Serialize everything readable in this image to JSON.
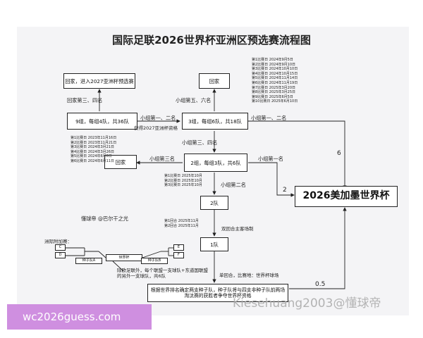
{
  "title": "国际足联2026世界杯亚洲区预选赛流程图",
  "boxes": {
    "round1": "9组，每组4队，共36队",
    "home1": "回家，进入2027亚洲杯预选赛",
    "round2": "3组，每组6队，共18队",
    "home2": "回家",
    "round3": "2组，每组3队，共6队",
    "home3": "回家",
    "round4": "2队",
    "round5": "1队",
    "final": "2026美加墨世界杯",
    "bottom": "根据世界排名确定两支种子队，种子队将与四支非种子队前两场淘汰赛的获胜者争夺世界杯资格"
  },
  "labels": {
    "r1_to_home": "回家第三、四名",
    "r1_to_r2": "小组第一、二名",
    "r1_to_r2_sub": "获得2027亚洲杯资格",
    "r2_to_home": "小组第五、六名",
    "r2_to_r3": "小组第三、四名",
    "r2_to_final": "小组第一、二名",
    "r3_to_home": "小组第三名",
    "r3_to_final": "小组第一名",
    "r3_to_r4": "小组第二名",
    "r4_to_r5": "双回合主客场制",
    "r5_to_bottom": "单回合，比赛地：世界杯球场",
    "num6": "6",
    "num2": "2",
    "num05": "0.5",
    "author": "懂球帝 @巴尔干之光",
    "intercontinental": "洲际附加赛：",
    "seedA": "种子队A",
    "seedB": "种子队B",
    "wc": "世界杯",
    "playoff_note": "除欧足联外，每个联盟一支球队+东道国联盟的另外一支球队，共6队"
  },
  "playoff_teams": [
    "C",
    "D",
    "E",
    "F"
  ],
  "schedules": {
    "round1": [
      "第1比赛日 2023年11月16日",
      "第2比赛日 2023年11月21日",
      "第3比赛日 2024年3月21日",
      "第4比赛日 2024年3月26日",
      "第5比赛日 2024年6月6日",
      "第6比赛日 2024年6月11日"
    ],
    "round2": [
      "第1比赛日 2024年9月5日",
      "第2比赛日 2024年9月10日",
      "第3比赛日 2024年10月10日",
      "第4比赛日 2024年10月15日",
      "第5比赛日 2024年11月14日",
      "第6比赛日 2024年11月19日",
      "第7比赛日 2025年3月20日",
      "第8比赛日 2025年3月25日",
      "第9比赛日 2025年6月5日",
      "第10比赛日 2025年6月10日"
    ],
    "round3": [
      "第1比赛日 2025年10月",
      "第2比赛日 2025年10月",
      "第3比赛日 2025年10月"
    ],
    "round4": [
      "第1回合 2025年11月",
      "第2回合 2025年11月"
    ]
  },
  "watermarks": {
    "site": "wc2026guess.com",
    "handle": "Kiesehuang2003@懂球帝"
  }
}
